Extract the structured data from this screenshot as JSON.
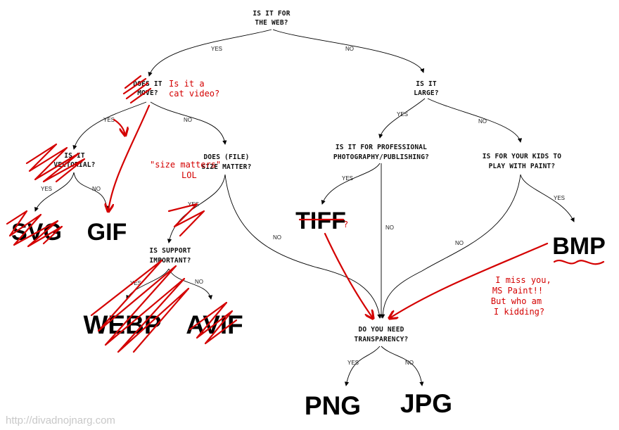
{
  "questions": {
    "web": [
      "IS IT FOR",
      "THE WEB?"
    ],
    "move": [
      "DOES IT",
      "MOVE?"
    ],
    "large": [
      "IS IT",
      "LARGE?"
    ],
    "vectorial": [
      "IS IT",
      "VECTORIAL?"
    ],
    "size": [
      "DOES (FILE)",
      "SIZE MATTER?"
    ],
    "professional": [
      "IS IT FOR PROFESSIONAL",
      "PHOTOGRAPHY/PUBLISHING?"
    ],
    "kids": [
      "IS FOR YOUR KIDS TO",
      "PLAY WITH PAINT?"
    ],
    "support": [
      "IS SUPPORT",
      "IMPORTANT?"
    ],
    "transparency": [
      "DO  YOU NEED",
      "TRANSPARENCY?"
    ]
  },
  "edges": {
    "web_yes": "YES",
    "web_no": "NO",
    "move_yes": "YES",
    "move_no": "NO",
    "large_yes": "YES",
    "large_no": "NO",
    "vectorial_yes": "YES",
    "vectorial_no": "NO",
    "size_yes": "YES",
    "size_no": "NO",
    "professional_yes": "YES",
    "professional_no": "NO",
    "kids_yes": "YES",
    "kids_no": "NO",
    "support_yes": "YES",
    "support_no": "NO",
    "transparency_yes": "YES",
    "transparency_no": "NO"
  },
  "formats": {
    "svg": "SVG",
    "gif": "GIF",
    "webp": "WEBP",
    "avif": "AVIF",
    "tiff": "TIFF",
    "bmp": "BMP",
    "png": "PNG",
    "jpg": "JPG"
  },
  "annotations": {
    "cat_video": [
      "Is it a",
      "cat video?"
    ],
    "size_matters": [
      "\"size matters\"",
      "LOL"
    ],
    "tiff_question": "?",
    "ms_paint": [
      "I miss you,",
      "MS Paint!!",
      "But who am",
      "I kidding?"
    ]
  },
  "watermark": "http://divadnojnarg.com",
  "colors": {
    "ink": "#000000",
    "annotation": "#d40000"
  }
}
